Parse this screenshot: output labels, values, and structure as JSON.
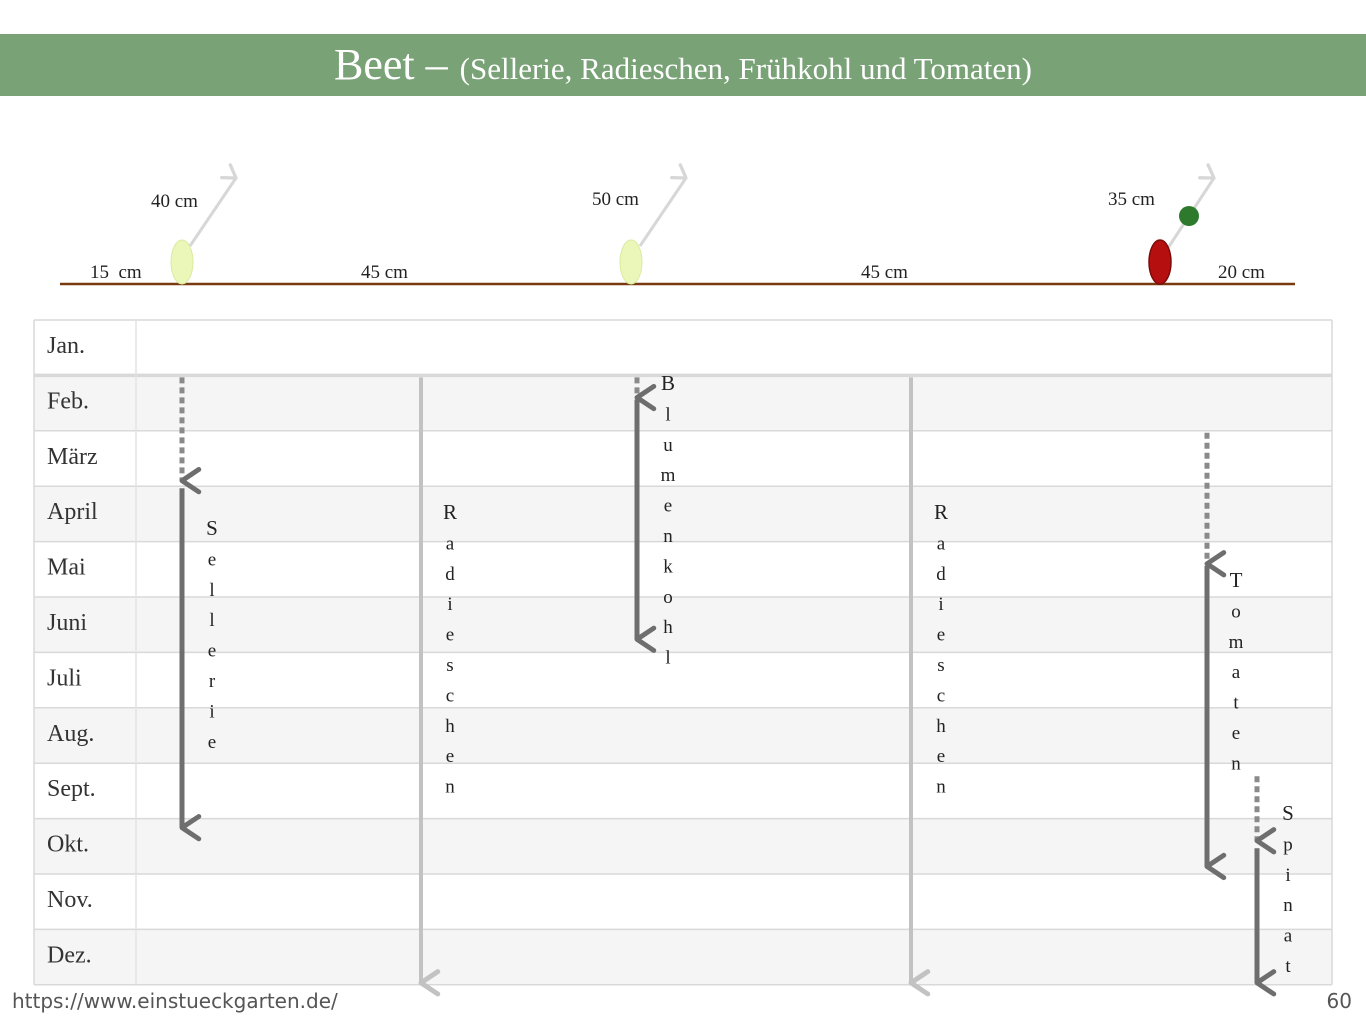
{
  "title": {
    "main": "Beet –",
    "sub": "(Sellerie, Radieschen, Frühkohl und Tomaten)"
  },
  "spacing": {
    "row_distances": [
      {
        "id": "d1",
        "label": "40 cm"
      },
      {
        "id": "d2",
        "label": "50 cm"
      },
      {
        "id": "d3",
        "label": "35 cm"
      }
    ],
    "gaps": [
      {
        "id": "g1",
        "label": "15  cm"
      },
      {
        "id": "g2",
        "label": "45 cm"
      },
      {
        "id": "g3",
        "label": "45 cm"
      },
      {
        "id": "g4",
        "label": "20 cm"
      }
    ]
  },
  "months": [
    "Jan.",
    "Feb.",
    "März",
    "April",
    "Mai",
    "Juni",
    "Juli",
    "Aug.",
    "Sept.",
    "Okt.",
    "Nov.",
    "Dez."
  ],
  "crops": [
    {
      "id": "sellerie",
      "name": "Sellerie",
      "pre_start": 1,
      "pre_end": 2.9,
      "start": 3.0,
      "end": 9.2,
      "color": "#6e6e6e"
    },
    {
      "id": "radieschen-1",
      "name": "Radieschen",
      "pre_start": null,
      "pre_end": null,
      "start": 1,
      "end": 12,
      "color": "#c2c2c2"
    },
    {
      "id": "blumenkohl",
      "name": "Blumenkohl",
      "pre_start": 1,
      "pre_end": 1.4,
      "start": 1.4,
      "end": 5.8,
      "color": "#6e6e6e"
    },
    {
      "id": "radieschen-2",
      "name": "Radieschen",
      "pre_start": null,
      "pre_end": null,
      "start": 1,
      "end": 12,
      "color": "#c2c2c2"
    },
    {
      "id": "tomaten",
      "name": "Tomaten",
      "pre_start": 2,
      "pre_end": 4.4,
      "start": 4.4,
      "end": 9.9,
      "color": "#6e6e6e"
    },
    {
      "id": "spinat",
      "name": "Spinat",
      "pre_start": 8.2,
      "pre_end": 9.4,
      "start": 9.5,
      "end": 12,
      "color": "#6e6e6e"
    }
  ],
  "colors": {
    "header": "#79a277",
    "soil": "#7a3a10",
    "seedling": "#eaf7b8",
    "tomato": "#b50f0f",
    "tomato_fruit": "#2d7a2d",
    "stripe": "#f5f5f5"
  },
  "footer": {
    "url": "https://www.einstueckgarten.de/",
    "page": "60"
  }
}
